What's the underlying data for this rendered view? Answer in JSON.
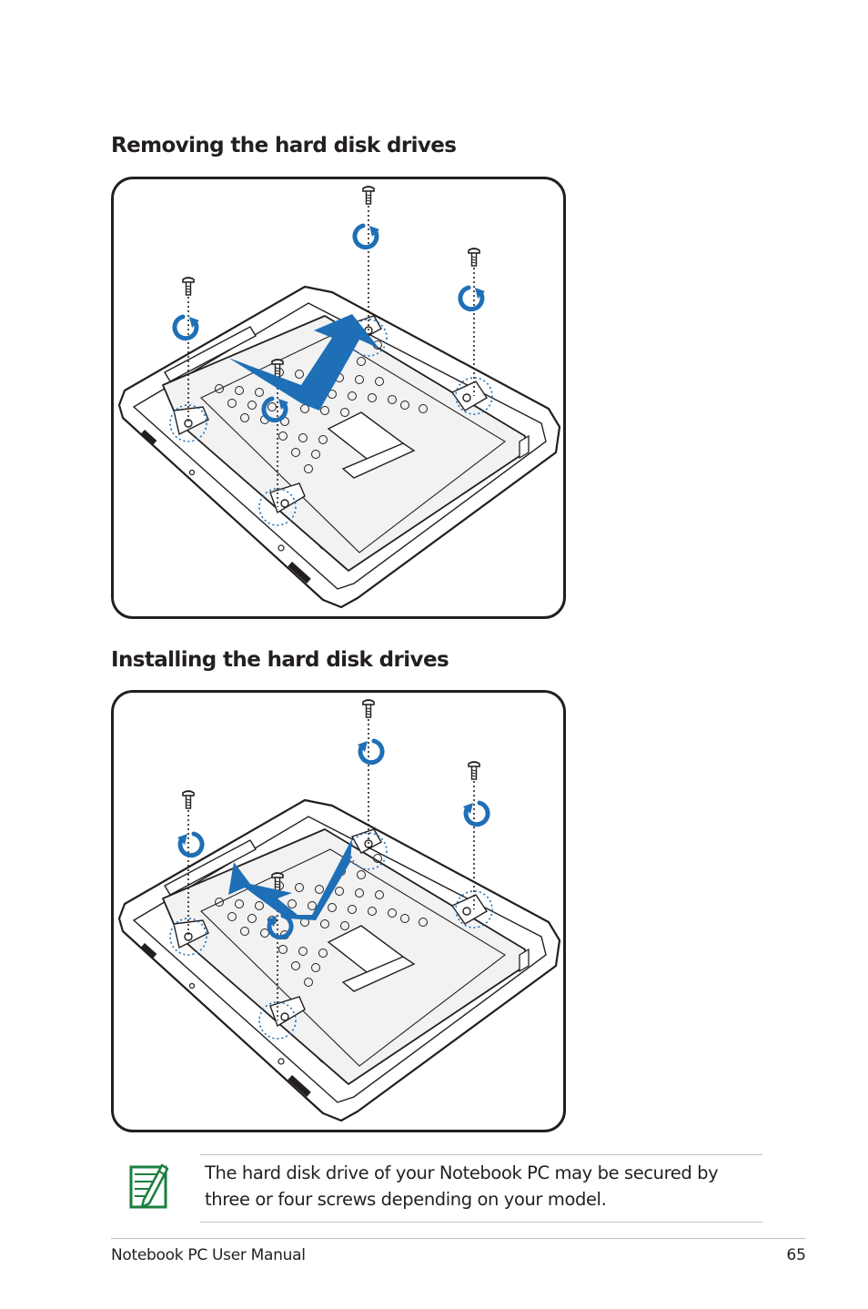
{
  "sections": {
    "removing": {
      "heading": "Removing the hard disk drives",
      "arrow_direction": "up-right"
    },
    "installing": {
      "heading": "Installing the hard disk drives",
      "arrow_direction": "up-left"
    }
  },
  "note": {
    "icon": "note-pencil-icon",
    "text": "The hard disk drive of your Notebook PC may be secured by three or four screws depending on your model."
  },
  "footer": {
    "title": "Notebook PC User Manual",
    "page_number": "65"
  },
  "colors": {
    "arrow_blue": "#1f6fb6",
    "note_green": "#1a7f3c",
    "text": "#231f20"
  }
}
